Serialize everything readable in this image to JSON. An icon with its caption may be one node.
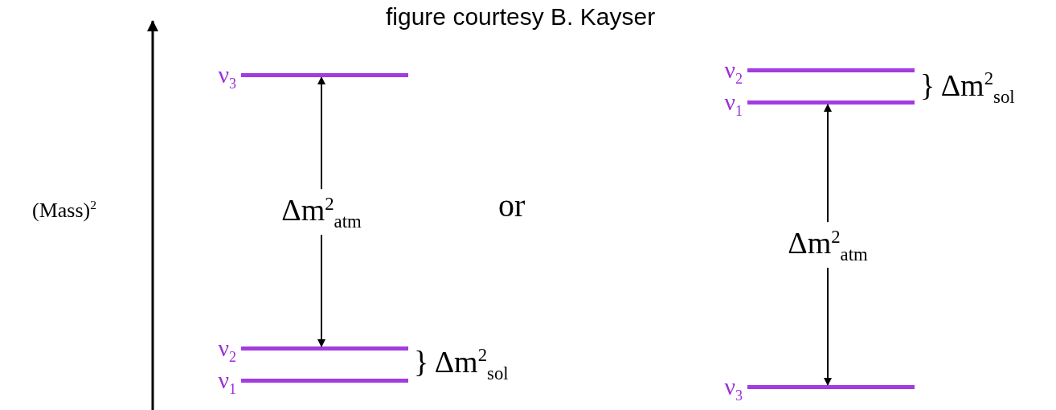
{
  "diagram": {
    "nodes": [
      {
        "text": [
          "ν$_{3}$"
        ]
      },
      {
        "text": [
          "ν$_{2}$"
        ]
      },
      {
        "text": [
          "ν$_{1}$"
        ]
      },
      {
        "text": [
          "ν$_{2}$"
        ]
      },
      {
        "text": [
          "ν$_{1}$"
        ]
      },
      {
        "text": [
          "ν$_{3}$"
        ]
      }
    ],
    "edges": [
      {
        "from": 0,
        "to": 1,
        "arrow": "both",
        "label": "Δm$^{2}$$_{atm}$"
      },
      {
        "from": 4,
        "to": 5,
        "arrow": "both",
        "label": "Δm$^{2}$$_{atm}$"
      }
    ],
    "labels": [
      "figure courtesy B. Kayser",
      "(Mass)$^{2}$",
      "or",
      "} Δm$^{2}$$_{sol}$",
      "} Δm$^{2}$$_{sol}$"
    ]
  }
}
